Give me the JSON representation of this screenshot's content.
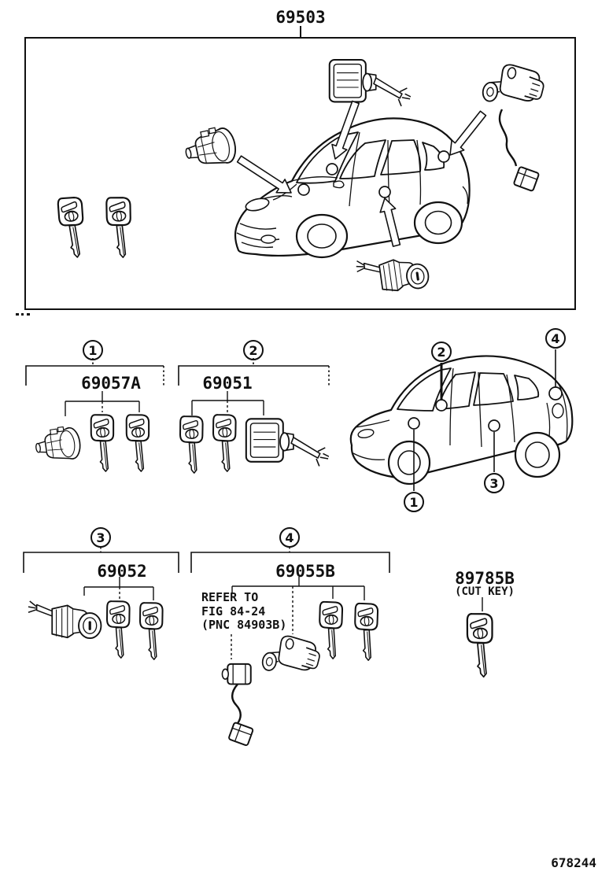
{
  "assembly": {
    "part_number": "69503"
  },
  "sections": {
    "s1": {
      "callout": "1",
      "part_number": "69057A"
    },
    "s2": {
      "callout": "2",
      "part_number": "69051"
    },
    "s3": {
      "callout": "3",
      "part_number": "69052"
    },
    "s4": {
      "callout": "4",
      "part_number": "69055B",
      "note_line1": "REFER TO",
      "note_line2": "FIG 84-24",
      "note_line3": "(PNC 84903B)"
    }
  },
  "location_diagram": {
    "callout_1": "1",
    "callout_2": "2",
    "callout_3": "3",
    "callout_4": "4"
  },
  "cut_key": {
    "part_number": "89785B",
    "label": "(CUT KEY)"
  },
  "footer": {
    "drawing_code": "678244"
  }
}
